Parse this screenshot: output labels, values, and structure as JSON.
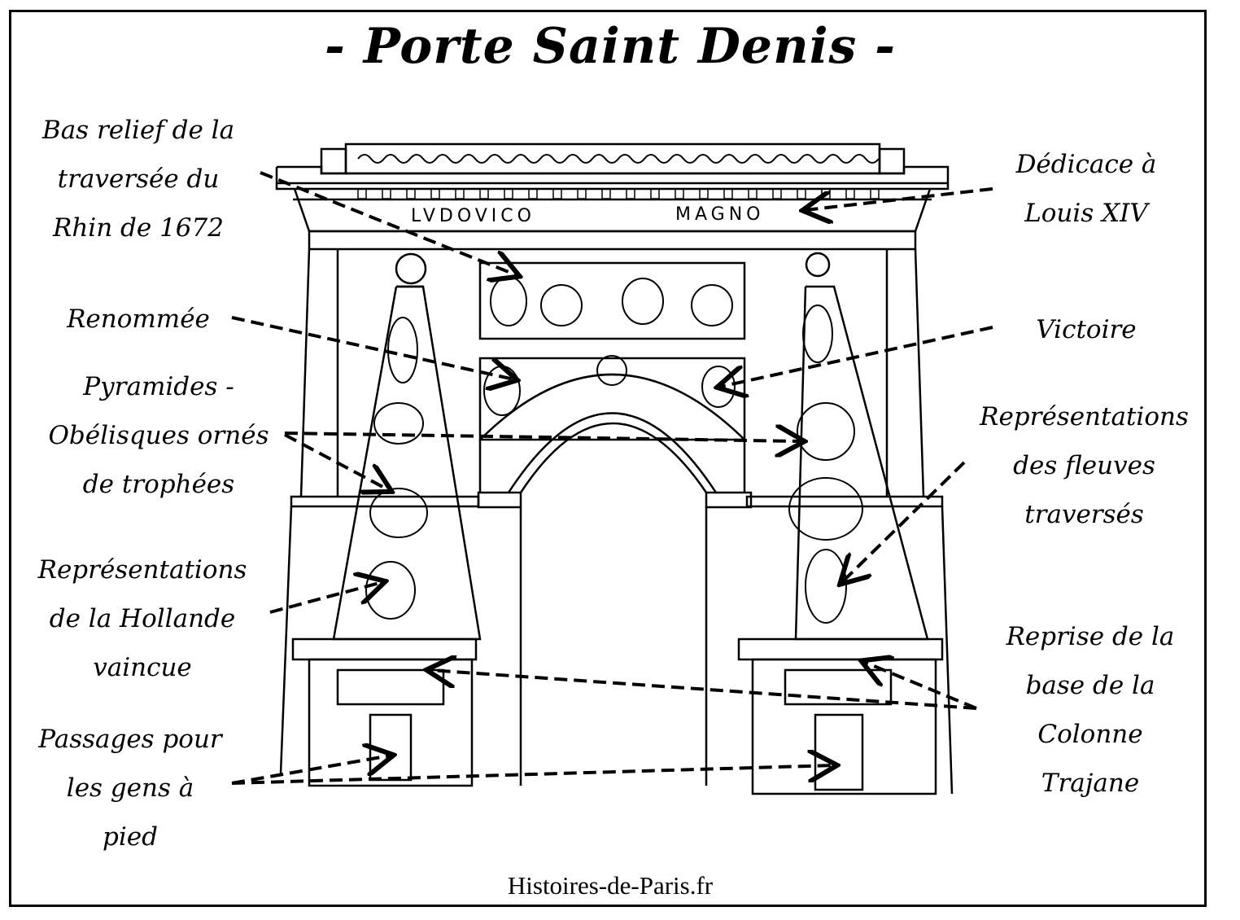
{
  "title": "- Porte Saint Denis -",
  "inscription": {
    "left": "LVDOVICO",
    "right": "MAGNO"
  },
  "labels": [
    {
      "id": "bas-relief",
      "lines": [
        "Bas relief de la",
        "traversée du",
        "Rhin de 1672"
      ]
    },
    {
      "id": "renommee",
      "lines": [
        "Renommée"
      ]
    },
    {
      "id": "pyramides",
      "lines": [
        "Pyramides -",
        "Obélisques ornés",
        "de trophées"
      ]
    },
    {
      "id": "hollande",
      "lines": [
        "Représentations",
        "de la Hollande",
        "vaincue"
      ]
    },
    {
      "id": "passages",
      "lines": [
        "Passages pour",
        "les gens à",
        "pied"
      ]
    },
    {
      "id": "dedicace",
      "lines": [
        "Dédicace à",
        "Louis XIV"
      ]
    },
    {
      "id": "victoire",
      "lines": [
        "Victoire"
      ]
    },
    {
      "id": "fleuves",
      "lines": [
        "Représentations",
        "des fleuves",
        "traversés"
      ]
    },
    {
      "id": "colonne",
      "lines": [
        "Reprise de la",
        "base de la",
        "Colonne",
        "Trajane"
      ]
    }
  ],
  "footer": "Histoires-de-Paris.fr"
}
